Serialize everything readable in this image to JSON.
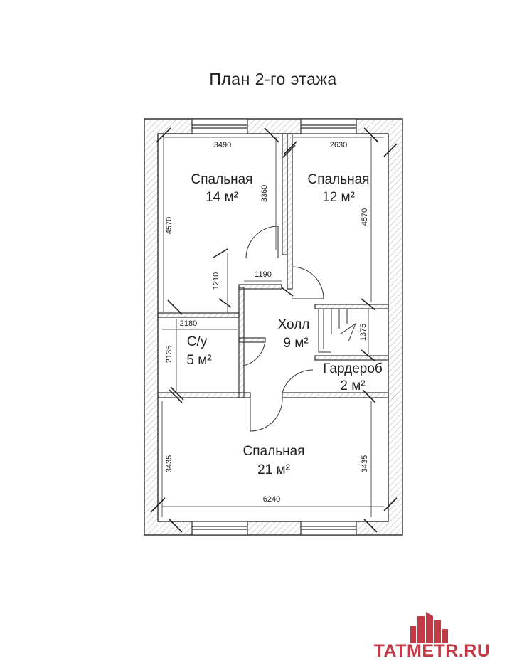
{
  "title": "План 2-го этажа",
  "rooms": {
    "bedroom_1": {
      "name": "Спальная",
      "area": "14 м²"
    },
    "bedroom_2": {
      "name": "Спальная",
      "area": "12 м²"
    },
    "bathroom": {
      "name": "С/у",
      "area": "5 м²"
    },
    "hall": {
      "name": "Холл",
      "area": "9 м²"
    },
    "wardrobe": {
      "name": "Гардероб",
      "area": "2 м²"
    },
    "bedroom_3": {
      "name": "Спальная",
      "area": "21 м²"
    }
  },
  "dimensions": {
    "bedroom_1_width": "3490",
    "bedroom_2_width": "2630",
    "left_height": "4570",
    "bedroom_1_inner": "3360",
    "bedroom_2_height": "4570",
    "corridor_height": "1210",
    "corridor_width": "1190",
    "bathroom_width": "2180",
    "bathroom_height": "2135",
    "stair_height": "1375",
    "bedroom_3_left": "3435",
    "bedroom_3_right": "3435",
    "bedroom_3_width": "6240"
  },
  "watermark": {
    "text": "TATMETR.RU",
    "color": "#c23a46"
  },
  "colors": {
    "walls": "#333333",
    "hatch": "#999999"
  }
}
